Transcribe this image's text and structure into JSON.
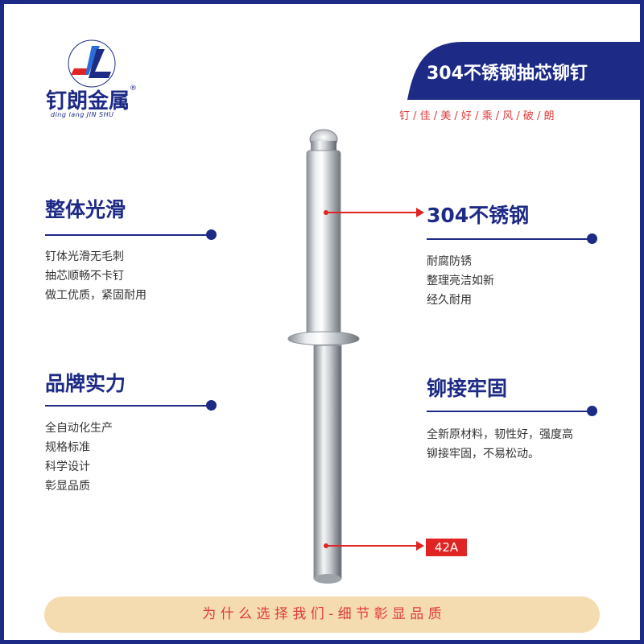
{
  "brand": {
    "name": "钉朗金属",
    "registered_mark": "®",
    "pinyin": "ding lang JIN SHU",
    "logo_letters": "DL",
    "colors": {
      "navy": "#1d2a86",
      "red": "#e02424",
      "accent_blue": "#2b6fd6"
    }
  },
  "header": {
    "title": "304不锈钢抽芯铆钉",
    "slogan": "钉 / 佳 / 美 / 好 / 乘 / 风 / 破 / 朗"
  },
  "features_left": [
    {
      "title": "整体光滑",
      "lines": [
        "钉体光滑无毛刺",
        "抽芯顺畅不卡钉",
        "做工优质，紧固耐用"
      ]
    },
    {
      "title": "品牌实力",
      "lines": [
        "全自动化生产",
        "规格标准",
        "科学设计",
        "彰显品质"
      ]
    }
  ],
  "features_right": [
    {
      "title": "304不锈钢",
      "lines": [
        "耐腐防锈",
        "整理亮洁如新",
        "经久耐用"
      ]
    },
    {
      "title": "铆接牢固",
      "lines": [
        "全新原材料，韧性好，强度高",
        "铆接牢固，不易松动。"
      ]
    }
  ],
  "product": {
    "size_label": "42A"
  },
  "footer": {
    "text": "为 什 么 选 择 我 们 - 细 节 彰 显 品 质"
  }
}
